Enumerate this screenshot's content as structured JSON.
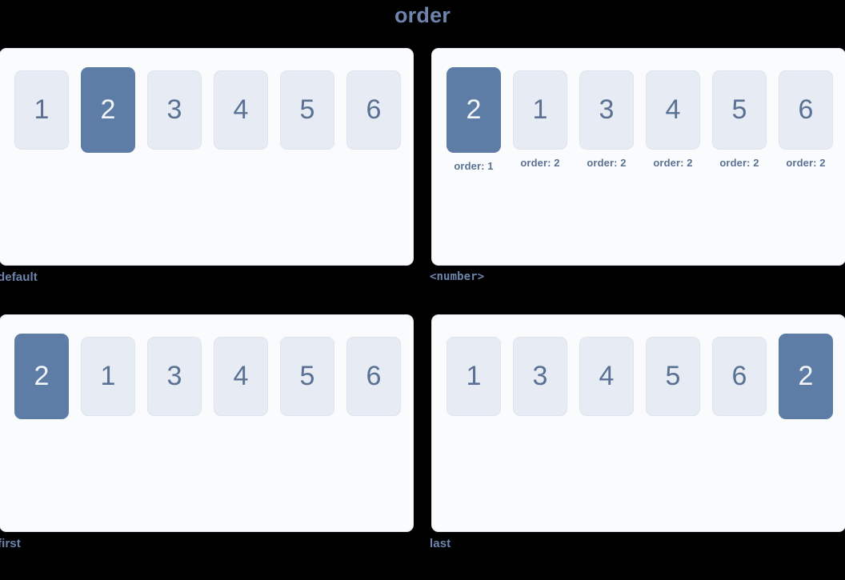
{
  "title": "order",
  "colors": {
    "background": "#000000",
    "title_text": "#6d85ad",
    "panel_bg": "#fafbfd",
    "panel_border": "#e4e9f1",
    "item_bg": "#e7ecf4",
    "item_border": "#dde4ef",
    "item_text": "#5a7193",
    "item_highlight_bg": "#5d7ca6",
    "item_highlight_text": "#f2f6fb",
    "caption_text": "#6d85ad",
    "order_label_text": "#5a7193"
  },
  "panels": [
    {
      "caption": "default",
      "caption_style": "sans",
      "items": [
        {
          "label": "1",
          "highlight": false,
          "order_label": null
        },
        {
          "label": "2",
          "highlight": true,
          "order_label": null
        },
        {
          "label": "3",
          "highlight": false,
          "order_label": null
        },
        {
          "label": "4",
          "highlight": false,
          "order_label": null
        },
        {
          "label": "5",
          "highlight": false,
          "order_label": null
        },
        {
          "label": "6",
          "highlight": false,
          "order_label": null
        }
      ]
    },
    {
      "caption": "<number>",
      "caption_style": "mono",
      "items": [
        {
          "label": "2",
          "highlight": true,
          "order_label": "order: 1"
        },
        {
          "label": "1",
          "highlight": false,
          "order_label": "order: 2"
        },
        {
          "label": "3",
          "highlight": false,
          "order_label": "order: 2"
        },
        {
          "label": "4",
          "highlight": false,
          "order_label": "order: 2"
        },
        {
          "label": "5",
          "highlight": false,
          "order_label": "order: 2"
        },
        {
          "label": "6",
          "highlight": false,
          "order_label": "order: 2"
        }
      ]
    },
    {
      "caption": "first",
      "caption_style": "sans",
      "items": [
        {
          "label": "2",
          "highlight": true,
          "order_label": null
        },
        {
          "label": "1",
          "highlight": false,
          "order_label": null
        },
        {
          "label": "3",
          "highlight": false,
          "order_label": null
        },
        {
          "label": "4",
          "highlight": false,
          "order_label": null
        },
        {
          "label": "5",
          "highlight": false,
          "order_label": null
        },
        {
          "label": "6",
          "highlight": false,
          "order_label": null
        }
      ]
    },
    {
      "caption": "last",
      "caption_style": "sans",
      "items": [
        {
          "label": "1",
          "highlight": false,
          "order_label": null
        },
        {
          "label": "3",
          "highlight": false,
          "order_label": null
        },
        {
          "label": "4",
          "highlight": false,
          "order_label": null
        },
        {
          "label": "5",
          "highlight": false,
          "order_label": null
        },
        {
          "label": "6",
          "highlight": false,
          "order_label": null
        },
        {
          "label": "2",
          "highlight": true,
          "order_label": null
        }
      ]
    }
  ]
}
